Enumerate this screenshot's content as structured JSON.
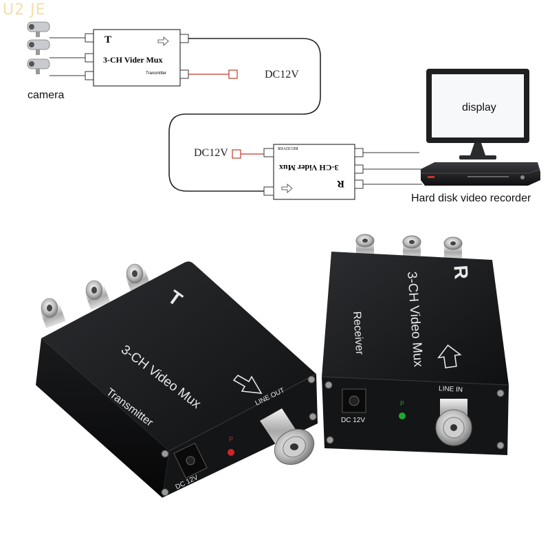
{
  "watermark": "U2 JE",
  "diagram": {
    "camera_label": "camera",
    "dc_label_top": "DC12V",
    "dc_label_bottom": "DC12V",
    "display_label": "display",
    "recorder_label": "Hard disk video recorder",
    "transmitter_box": {
      "letter": "T",
      "title": "3-CH Vider Mux",
      "subtitle": "Transmitter"
    },
    "receiver_box": {
      "letter": "R",
      "title": "3-CH Vider Mux",
      "subtitle": "RECEIVER"
    }
  },
  "photo": {
    "transmitter": {
      "letter": "T",
      "title": "3-CH Video Mux",
      "name": "Transmitter",
      "line": "LINE OUT",
      "power_led": "P",
      "dc": "DC 12V",
      "led_color": "#d3232b"
    },
    "receiver": {
      "letter": "R",
      "title": "3-CH Video Mux",
      "name": "Receiver",
      "line": "LINE IN",
      "power_led": "P",
      "dc": "DC 12V",
      "led_color": "#1ea832"
    }
  },
  "colors": {
    "power_line": "#c0392b",
    "device_body": "#1b1c1e",
    "cable": "#222222"
  }
}
